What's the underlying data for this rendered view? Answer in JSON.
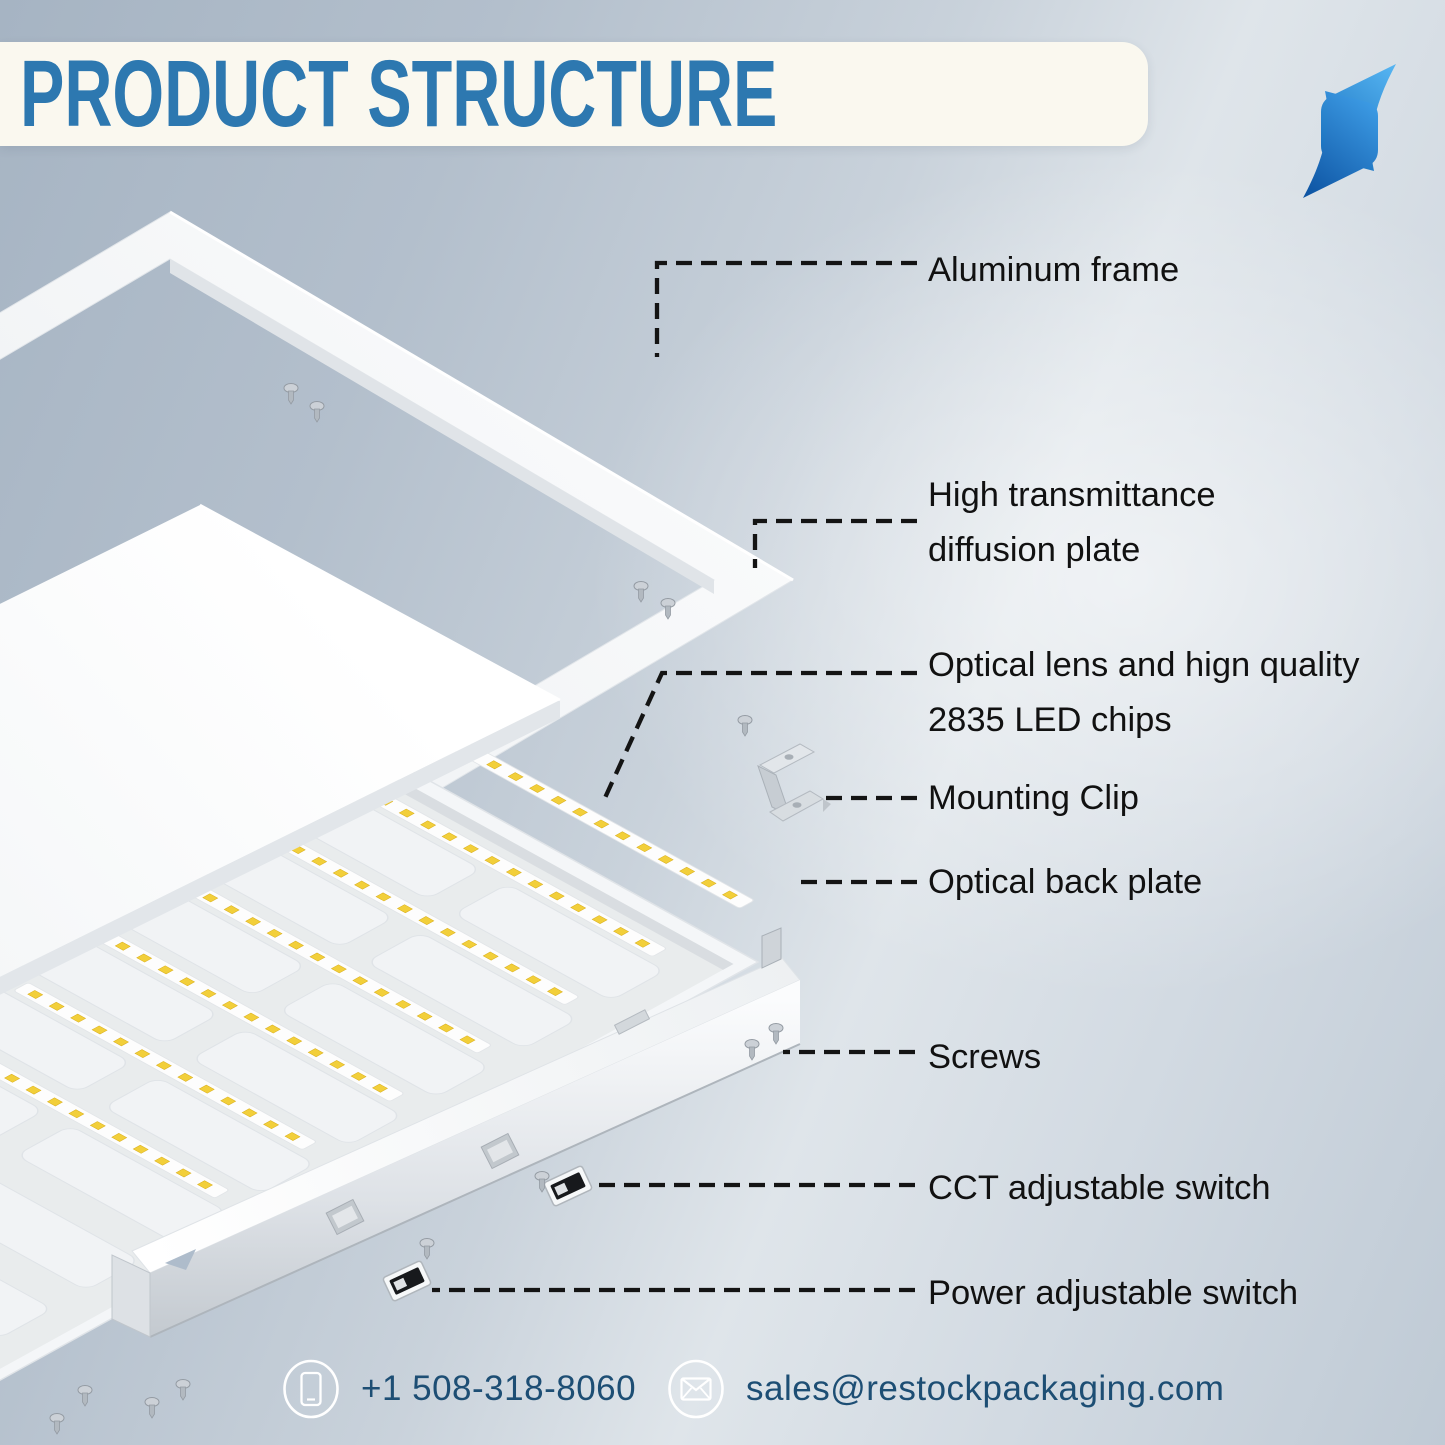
{
  "header": {
    "title": "PRODUCT STRUCTURE"
  },
  "annotations": {
    "aluminum_frame": {
      "line1": "Aluminum frame",
      "line2": ""
    },
    "diffusion_plate": {
      "line1": "High transmittance",
      "line2": "diffusion plate"
    },
    "optical_lens": {
      "line1": "Optical lens and hign quality",
      "line2": "2835 LED chips"
    },
    "mounting_clip": {
      "line1": "Mounting Clip",
      "line2": ""
    },
    "optical_back_plate": {
      "line1": "Optical back plate",
      "line2": ""
    },
    "screws": {
      "line1": "Screws",
      "line2": ""
    },
    "cct_switch": {
      "line1": "CCT adjustable switch",
      "line2": ""
    },
    "power_switch": {
      "line1": "Power adjustable switch",
      "line2": ""
    }
  },
  "footer": {
    "phone": "+1 508-318-8060",
    "email": "sales@restockpackaging.com"
  },
  "colors": {
    "title_text": "#2d78b0",
    "title_bg": "#faf8ef",
    "label_text": "#111111",
    "leader_line": "#141414",
    "footer_text": "#1d4e74",
    "led_yellow": "#f2cf3a",
    "logo_blue_light": "#56b5f2",
    "logo_blue_dark": "#0a4f9e",
    "background_dark": "#a6b4c3",
    "background_light": "#e9edf1"
  },
  "icons": {
    "logo": "s-bolt-logo",
    "phone": "phone-icon",
    "email": "mail-icon"
  }
}
